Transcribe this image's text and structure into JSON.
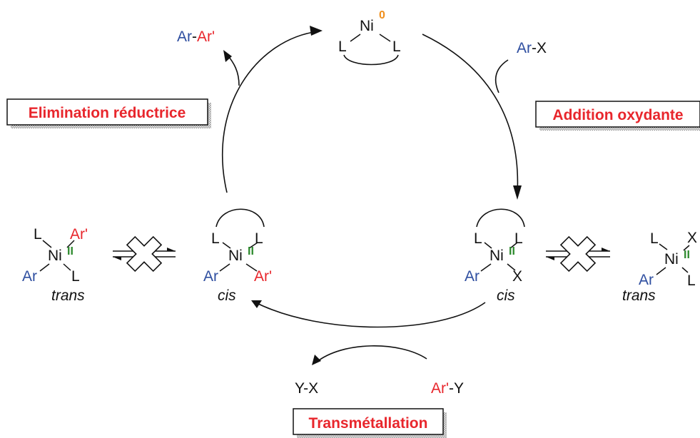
{
  "colors": {
    "aryl": "#2f4fa0",
    "aryl_prime": "#e8262c",
    "label_red": "#e8262c",
    "ox_state_0": "#f0901e",
    "ox_state_2": "#2e8b2e",
    "ink": "#111111"
  },
  "atoms": {
    "ni": "Ni",
    "l": "L",
    "x": "X",
    "y": "Y",
    "dash": "-",
    "ar": "Ar",
    "ar_prime": "Ar'"
  },
  "ox_states": {
    "zero": "0",
    "two": "II"
  },
  "isomers": {
    "cis": "cis",
    "trans": "trans"
  },
  "reagents": {
    "product_ar": "Ar",
    "product_dash": "-",
    "product_arp": "Ar'",
    "substrate_ar": "Ar",
    "substrate_dash": "-",
    "substrate_x": "X",
    "byproduct": "Y-X",
    "transmet_arp": "Ar'",
    "transmet_dash": "-",
    "transmet_y": "Y"
  },
  "steps": {
    "reductive_elimination": "Elimination réductrice",
    "oxidative_addition": "Addition oxydante",
    "transmetallation": "Transmétallation"
  }
}
